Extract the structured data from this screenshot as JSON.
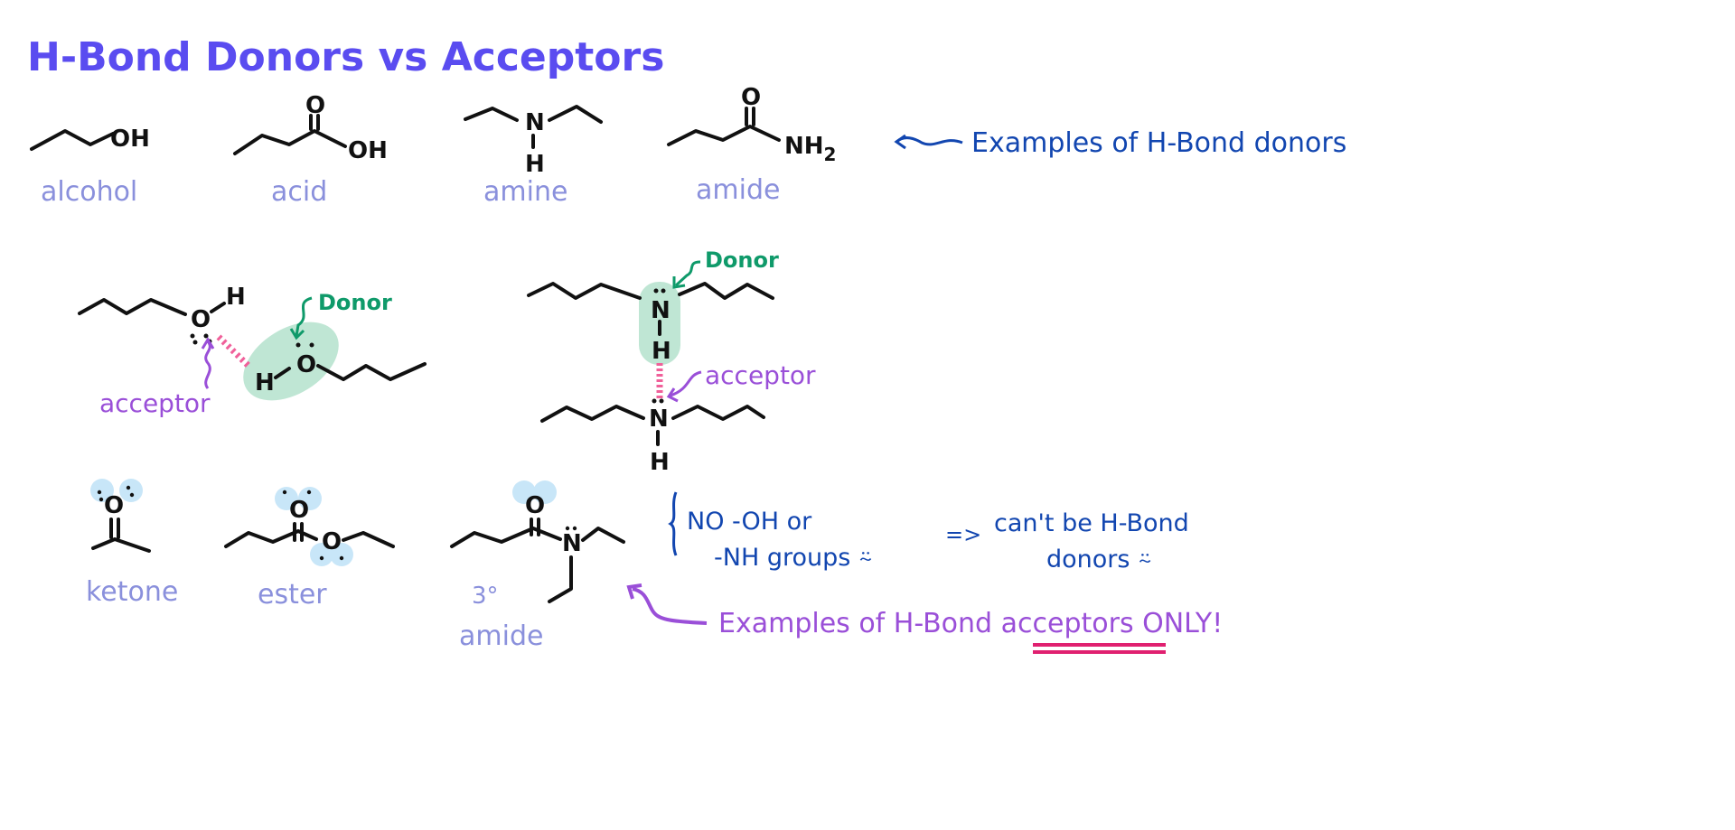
{
  "title": "H-Bond Donors vs Acceptors",
  "donor_examples": {
    "labels": [
      "alcohol",
      "acid",
      "amine",
      "amide"
    ],
    "atoms": {
      "oh": "OH",
      "o": "O",
      "n": "N",
      "h": "H",
      "nh2": "NH",
      "sub2": "2"
    },
    "note": "Examples of H-Bond donors"
  },
  "hbond_examples": {
    "donor_label": "Donor",
    "acceptor_label": "acceptor"
  },
  "acceptor_examples": {
    "labels": [
      "ketone",
      "ester",
      "3°",
      "amide"
    ],
    "note_line1": "NO  -OH or",
    "note_line2": "-NH groups ⍨",
    "implies": "=>",
    "conclusion_line1": "can't be H-Bond",
    "conclusion_line2": "donors ⍨",
    "note_prefix": "Examples of H-Bond ",
    "note_emphasis": "acceptors",
    "note_suffix": " ONLY!"
  },
  "colors": {
    "title": "#5a4cf0",
    "label": "#8a90dc",
    "note_blue": "#1246b0",
    "donor_green": "#0f9a6a",
    "acceptor_purple": "#9a4fd8",
    "hbond_pink": "#f0609a",
    "highlight_green": "#bfe6d4",
    "lone_pair_blue": "#c8e6f8"
  }
}
